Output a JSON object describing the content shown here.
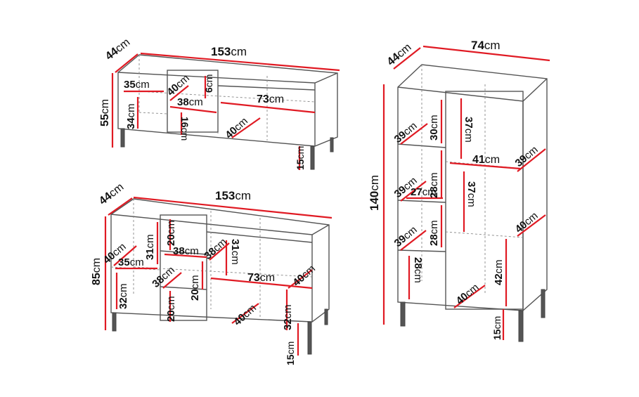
{
  "colors": {
    "dimension": "#e01a23",
    "outline": "#555555",
    "background": "#ffffff"
  },
  "units": "cm",
  "sideboard_small": {
    "width": "153",
    "depth": "44",
    "height": "55",
    "legs": "15",
    "left_shelf_width": "35",
    "left_shelf_height": "34",
    "drawer_depth": "40",
    "drawer_height": "6",
    "drawer_width": "38",
    "drawer_front_height": "16",
    "right_shelf_width": "73",
    "right_shelf_depth": "40"
  },
  "sideboard_large": {
    "width": "153",
    "depth": "44",
    "height": "85",
    "legs": "15",
    "left_depth": "40",
    "left_width": "35",
    "left_upper_height": "31",
    "left_lower_height": "32",
    "drawer_top_height": "20",
    "drawer_width": "38",
    "drawer_depth": "38",
    "drawer_mid_height": "20",
    "drawer_bottom_height": "20",
    "mid_depth": "38",
    "mid_height": "31",
    "right_width": "73",
    "right_depth_top": "40",
    "right_depth_bottom": "40",
    "right_height": "32"
  },
  "cabinet_tall": {
    "width": "74",
    "depth": "44",
    "height": "140",
    "legs": "15",
    "left_shelf_depth_1": "39",
    "left_shelf_height_1": "30",
    "left_shelf_depth_2": "39",
    "left_shelf_width_2": "27",
    "left_shelf_height_2": "28",
    "left_shelf_depth_3": "39",
    "left_shelf_height_3": "28",
    "left_bottom_height": "28",
    "right_upper_height": "37",
    "right_width": "41",
    "right_depth_1": "39",
    "right_mid_height": "37",
    "right_depth_2": "40",
    "right_bottom_depth": "40",
    "right_bottom_height": "42"
  }
}
